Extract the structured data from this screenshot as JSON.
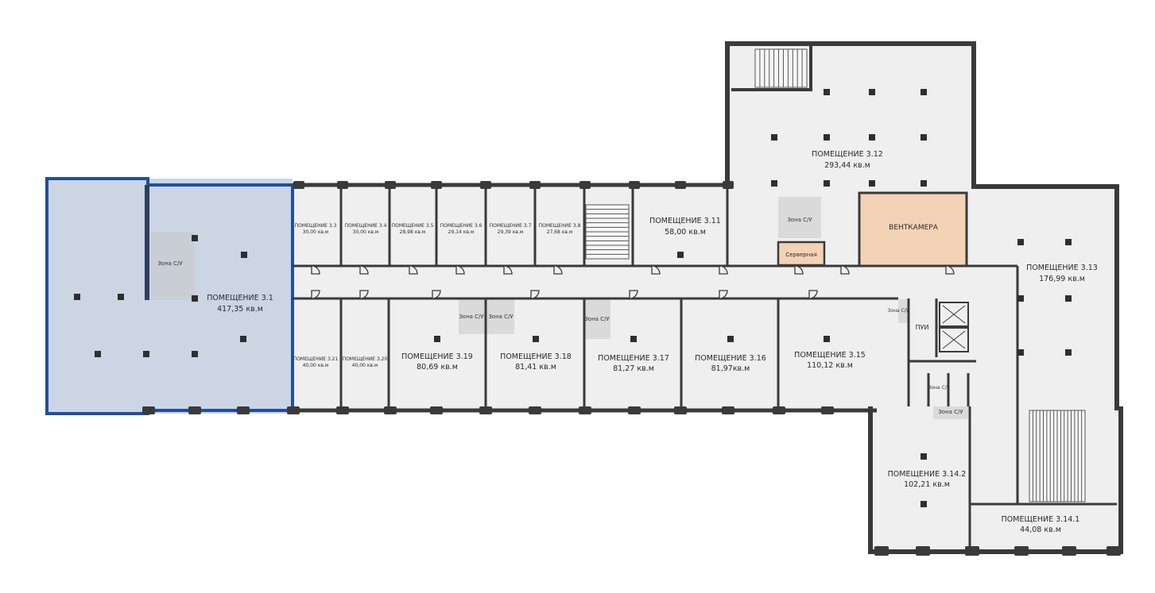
{
  "rooms": [
    {
      "id": "3.1",
      "name": "ПОМЕЩЕНИЕ 3.1",
      "area": "417,35 кв.м",
      "size": "l"
    },
    {
      "id": "3.3",
      "name": "ПОМЕЩЕНИЕ 3.3",
      "area": "30,00 кв.м",
      "size": "s"
    },
    {
      "id": "3.4",
      "name": "ПОМЕЩЕНИЕ 3.4",
      "area": "30,00 кв.м",
      "size": "s"
    },
    {
      "id": "3.5",
      "name": "ПОМЕЩЕНИЕ 3.5",
      "area": "28,98 кв.м",
      "size": "s"
    },
    {
      "id": "3.6",
      "name": "ПОМЕЩЕНИЕ 3.6",
      "area": "29,14 кв.м",
      "size": "s"
    },
    {
      "id": "3.7",
      "name": "ПОМЕЩЕНИЕ 3.7",
      "area": "29,39 кв.м",
      "size": "s"
    },
    {
      "id": "3.8",
      "name": "ПОМЕЩЕНИЕ 3.8",
      "area": "27,68 кв.м",
      "size": "s"
    },
    {
      "id": "3.11",
      "name": "ПОМЕЩЕНИЕ 3.11",
      "area": "58,00 кв.м",
      "size": "l"
    },
    {
      "id": "3.12",
      "name": "ПОМЕЩЕНИЕ 3.12",
      "area": "293,44 кв.м",
      "size": "l"
    },
    {
      "id": "3.13",
      "name": "ПОМЕЩЕНИЕ 3.13",
      "area": "176,99 кв.м",
      "size": "l"
    },
    {
      "id": "3.21",
      "name": "ПОМЕЩЕНИЕ 3.21",
      "area": "40,00 кв.м",
      "size": "s"
    },
    {
      "id": "3.20",
      "name": "ПОМЕЩЕНИЕ 3.20",
      "area": "40,00 кв.м",
      "size": "s"
    },
    {
      "id": "3.19",
      "name": "ПОМЕЩЕНИЕ 3.19",
      "area": "80,69 кв.м",
      "size": "l"
    },
    {
      "id": "3.18",
      "name": "ПОМЕЩЕНИЕ 3.18",
      "area": "81,41 кв.м",
      "size": "l"
    },
    {
      "id": "3.17",
      "name": "ПОМЕЩЕНИЕ 3.17",
      "area": "81,27 кв.м",
      "size": "l"
    },
    {
      "id": "3.16",
      "name": "ПОМЕЩЕНИЕ 3.16",
      "area": "81,97кв.м",
      "size": "l"
    },
    {
      "id": "3.15",
      "name": "ПОМЕЩЕНИЕ 3.15",
      "area": "110,12 кв.м",
      "size": "l"
    },
    {
      "id": "3.14.2",
      "name": "ПОМЕЩЕНИЕ 3.14.2",
      "area": "102,21 кв.м",
      "size": "l"
    },
    {
      "id": "3.14.1",
      "name": "ПОМЕЩЕНИЕ 3.14.1",
      "area": "44,08 кв.м",
      "size": "l"
    }
  ],
  "special": {
    "ventkamera": "ВЕНТКАМЕРА",
    "servernaya": "Серверная",
    "pui": "ПУИ"
  },
  "zones": [
    "Зона С/У",
    "Зона С/У",
    "Зона С/У",
    "Зона С/У",
    "Зона С/У",
    "Зона С/У",
    "Зона С/У",
    "Зона С/У"
  ],
  "colors": {
    "selected_fill": "#cbd5e4",
    "selected_outline": "#1f4fa0",
    "ventkamera_fill": "#f4d2b6",
    "servernaya_fill": "#f4d2b6",
    "floor": "#efefef",
    "wall": "#3a3a3a"
  }
}
